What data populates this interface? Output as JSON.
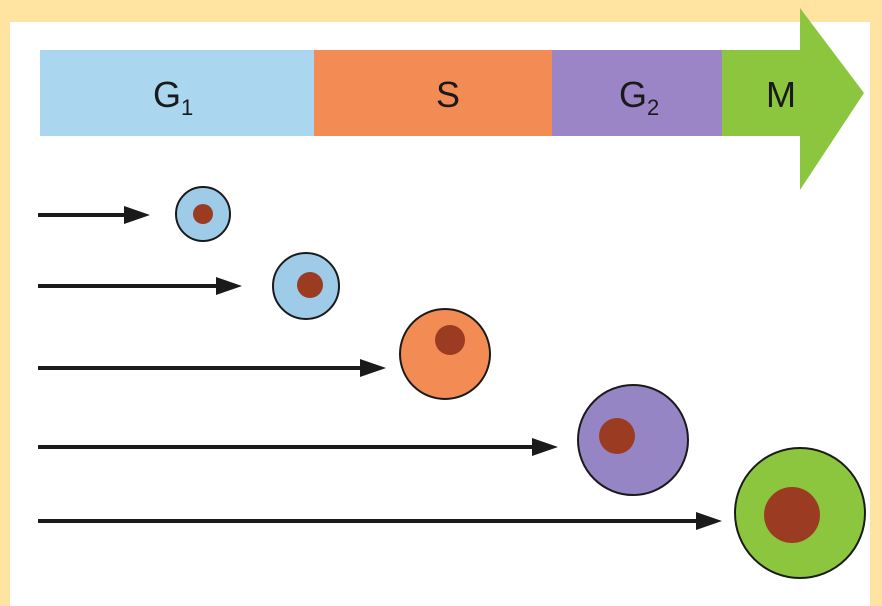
{
  "phases": [
    {
      "label": "G",
      "subscript": "1",
      "color": "#aad6f0"
    },
    {
      "label": "S",
      "subscript": "",
      "color": "#f28b54"
    },
    {
      "label": "G",
      "subscript": "2",
      "color": "#9b85c6"
    },
    {
      "label": "M",
      "subscript": "",
      "color": "#8cc63f"
    }
  ],
  "cells": [
    {
      "phase": "G1",
      "cytoplasm_color": "#9dcbe8",
      "nucleus_color": "#9b3c22"
    },
    {
      "phase": "G1",
      "cytoplasm_color": "#9dcbe8",
      "nucleus_color": "#9b3c22"
    },
    {
      "phase": "S",
      "cytoplasm_color": "#f28b54",
      "nucleus_color": "#9b3c22"
    },
    {
      "phase": "G2",
      "cytoplasm_color": "#9585c4",
      "nucleus_color": "#9b3c22"
    },
    {
      "phase": "M",
      "cytoplasm_color": "#8cc63f",
      "nucleus_color": "#9b3c22"
    }
  ],
  "colors": {
    "background": "#ffe3a1",
    "panel": "#ffffff",
    "arrow": "#1a1a1a",
    "outline": "#1a1a1a"
  }
}
